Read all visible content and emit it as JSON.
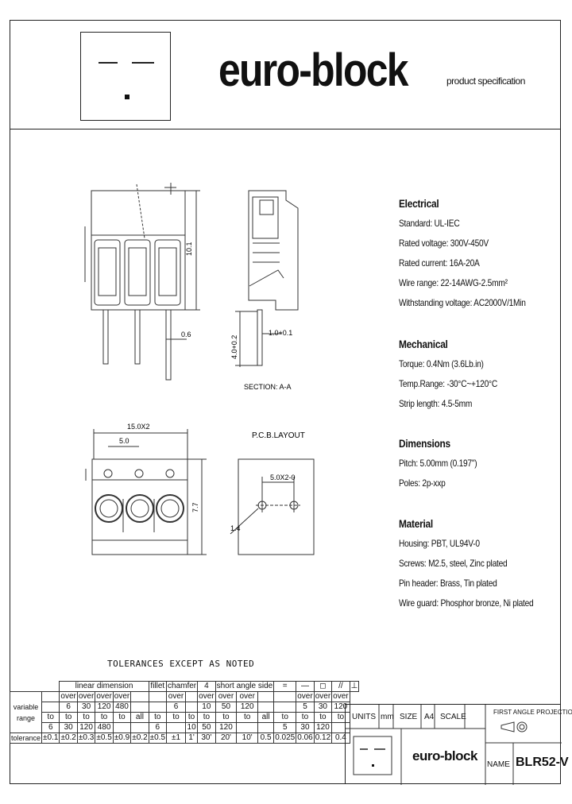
{
  "header": {
    "brand": "euro-block",
    "subtitle": "product specification"
  },
  "drawing": {
    "side_height_dim": "10.1",
    "pin_dim": "0.6",
    "section_depth_dim": "4.0+0.2",
    "section_width_dim": "1.0+0.1",
    "section_label": "SECTION: A-A",
    "top_width_dim": "15.0X2",
    "top_pitch_dim": "5.0",
    "top_height_dim": "7.7",
    "pcb_title": "P.C.B.LAYOUT",
    "pcb_pitch_dim": "5.0X2-0",
    "pcb_hole_dim": "1.4"
  },
  "specs": {
    "electrical": {
      "heading": "Electrical",
      "lines": [
        "Standard: UL-IEC",
        "Rated voltage: 300V-450V",
        "Rated current: 16A-20A",
        "Wire range: 22-14AWG-2.5mm²",
        "Withstanding voltage: AC2000V/1Min"
      ]
    },
    "mechanical": {
      "heading": "Mechanical",
      "lines": [
        "Torque: 0.4Nm (3.6Lb.in)",
        "Temp.Range: -30°C~+120°C",
        "Strip length: 4.5-5mm"
      ]
    },
    "dimensions": {
      "heading": "Dimensions",
      "lines": [
        "Pitch: 5.00mm (0.197\")",
        "Poles: 2p-xxp"
      ]
    },
    "material": {
      "heading": "Material",
      "lines": [
        "Housing: PBT, UL94V-0",
        "Screws: M2.5, steel, Zinc plated",
        "Pin header: Brass, Tin plated",
        "Wire guard: Phosphor bronze, Ni plated"
      ]
    }
  },
  "tolerances": {
    "title": "TOLERANCES EXCEPT AS NOTED",
    "groups": [
      "linear dimension",
      "fillet",
      "chamfer",
      "4",
      "short angle side",
      "=",
      "—",
      "◻",
      "//",
      "⊥"
    ],
    "row_label_1": "variable",
    "row_label_2": "range",
    "row_label_3": "tolerance",
    "over_row": [
      "",
      "over",
      "over",
      "over",
      "over",
      "",
      "",
      "over",
      "",
      "over",
      "over",
      "over",
      "",
      "",
      "over",
      "over",
      "over"
    ],
    "from_row": [
      "",
      "6",
      "30",
      "120",
      "480",
      "",
      "",
      "6",
      "",
      "10",
      "50",
      "120",
      "",
      "",
      "5",
      "30",
      "120"
    ],
    "to_row": [
      "to",
      "to",
      "to",
      "to",
      "to",
      "all",
      "to",
      "to",
      "to",
      "to",
      "to",
      "to",
      "all",
      "to",
      "to",
      "to",
      "to"
    ],
    "upper_row": [
      "6",
      "30",
      "120",
      "480",
      "",
      "",
      "6",
      "",
      "10",
      "50",
      "120",
      "",
      "",
      "5",
      "30",
      "120",
      ""
    ],
    "values": [
      "±0.1",
      "±0.2",
      "±0.3",
      "±0.5",
      "±0.9",
      "±0.2",
      "±0.5",
      "±1",
      "1'",
      "30'",
      "20'",
      "10'",
      "0.5",
      "0.025",
      "0.06",
      "0.12",
      "0.4"
    ]
  },
  "title_block": {
    "units_label": "UNITS",
    "units_value": "mm",
    "size_label": "SIZE",
    "size_value": "A4",
    "scale_label": "SCALE",
    "projection": "FIRST ANGLE PROJECTION",
    "brand": "euro-block",
    "name_label": "NAME",
    "name_value": "BLR52-V"
  }
}
